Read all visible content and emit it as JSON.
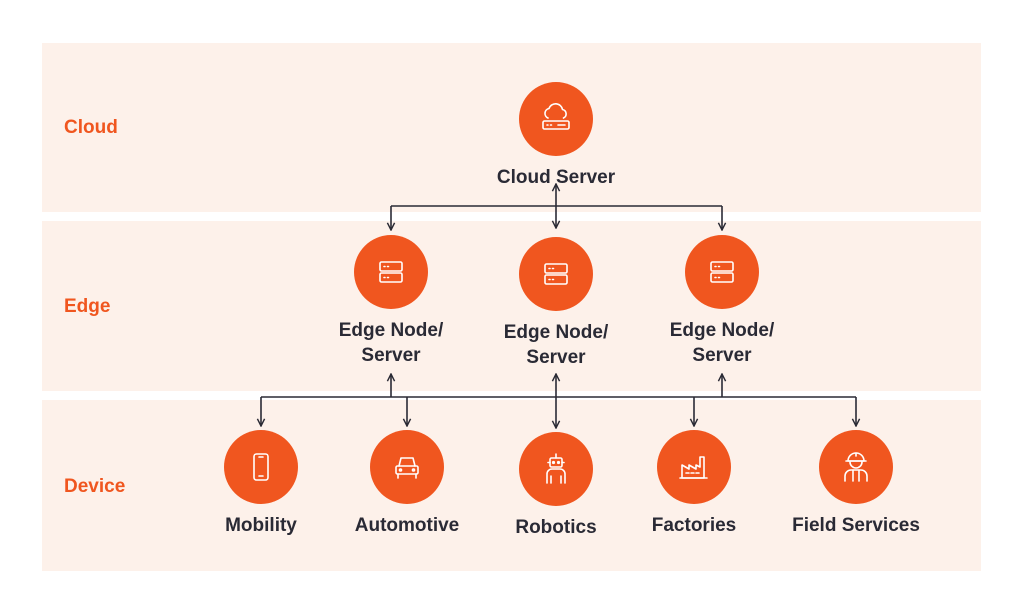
{
  "layers": {
    "cloud": "Cloud",
    "edge": "Edge",
    "device": "Device"
  },
  "nodes": {
    "cloud_server": {
      "label": "Cloud Server",
      "icon": "cloud-server-icon"
    },
    "edge_1": {
      "label": "Edge Node/\nServer",
      "icon": "server-icon"
    },
    "edge_2": {
      "label": "Edge Node/\nServer",
      "icon": "server-icon"
    },
    "edge_3": {
      "label": "Edge Node/\nServer",
      "icon": "server-icon"
    },
    "mobility": {
      "label": "Mobility",
      "icon": "smartphone-icon"
    },
    "automotive": {
      "label": "Automotive",
      "icon": "car-icon"
    },
    "robotics": {
      "label": "Robotics",
      "icon": "robot-icon"
    },
    "factories": {
      "label": "Factories",
      "icon": "factory-icon"
    },
    "field_services": {
      "label": "Field Services",
      "icon": "worker-icon"
    }
  },
  "colors": {
    "accent": "#f0561f",
    "band_background": "#fdf1ea",
    "text": "#2a2a35"
  }
}
